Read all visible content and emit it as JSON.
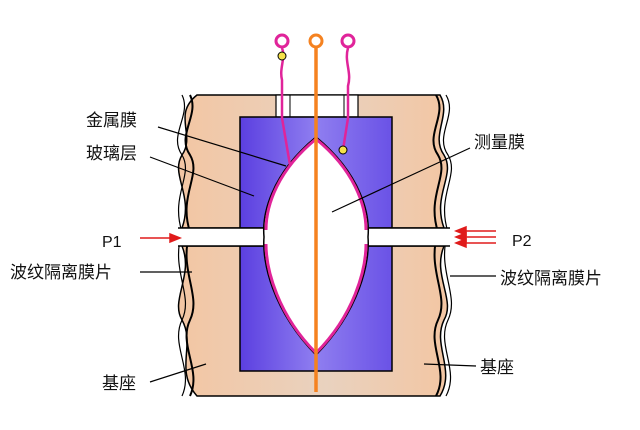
{
  "labels": {
    "metal_film": "金属膜",
    "glass_layer": "玻璃层",
    "measuring_membrane": "测量膜",
    "p1": "P1",
    "p2": "P2",
    "bellows_left": "波纹隔离膜片",
    "bellows_right": "波纹隔离膜片",
    "base_left": "基座",
    "base_right": "基座"
  },
  "colors": {
    "base": "#f3c6a3",
    "base_shade": "#d9c7b8",
    "glass": "#6f57e8",
    "glass_light": "#c9c2f5",
    "measuring_membrane": "#f58220",
    "metal_film": "#e0249a",
    "pressure_arrow": "#e01b1b",
    "terminal_dot": "#f5e24a",
    "outline": "#000000"
  }
}
